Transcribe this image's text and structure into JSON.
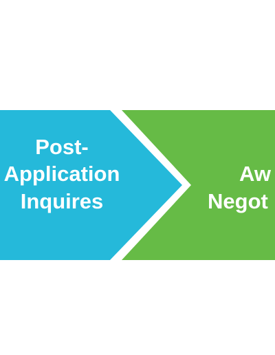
{
  "stages": [
    {
      "lines": [
        "Post-",
        "Application",
        "Inquires"
      ],
      "color": "#25B9DA"
    },
    {
      "lines": [
        "Aw",
        "Negot"
      ],
      "color": "#66BB46"
    }
  ],
  "background": "#FFFFFF"
}
